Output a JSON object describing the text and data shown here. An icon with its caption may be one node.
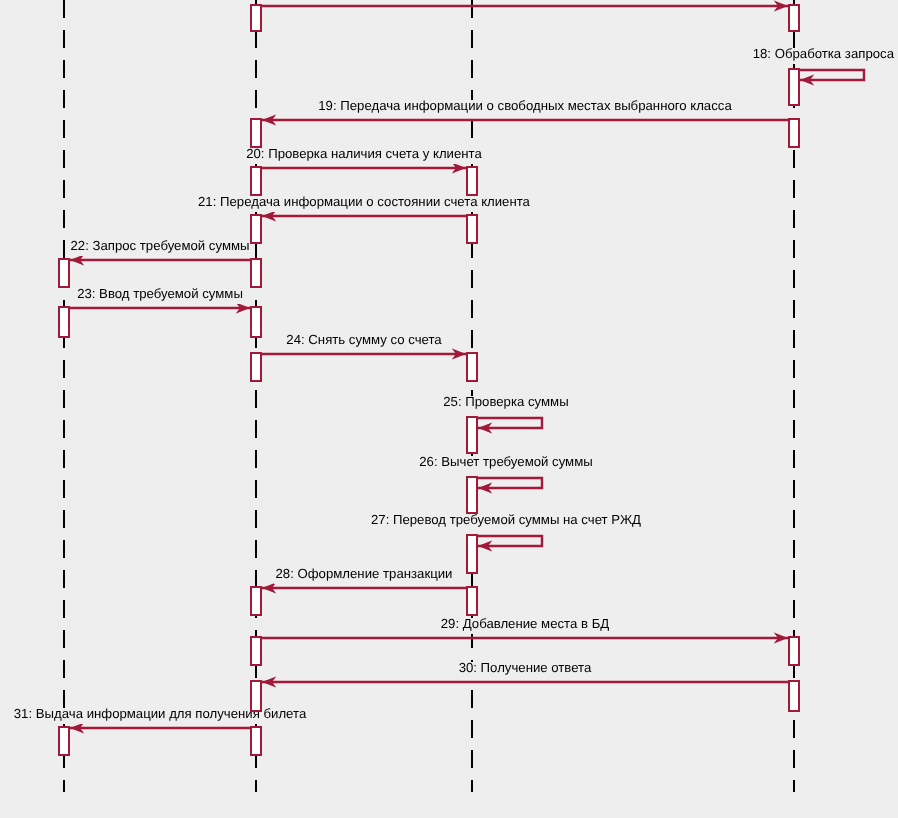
{
  "diagram": {
    "nodes": [
      {
        "text": [],
        "shape": "bar"
      },
      {
        "text": [],
        "shape": "bar"
      },
      {
        "text": [],
        "shape": "bar"
      },
      {
        "text": [],
        "shape": "bar"
      },
      {
        "text": [],
        "shape": "bar"
      },
      {
        "text": [],
        "shape": "bar"
      },
      {
        "text": [],
        "shape": "bar"
      },
      {
        "text": [],
        "shape": "bar"
      },
      {
        "text": [],
        "shape": "bar"
      },
      {
        "text": [],
        "shape": "bar"
      },
      {
        "text": [],
        "shape": "bar"
      },
      {
        "text": [],
        "shape": "bar"
      },
      {
        "text": [],
        "shape": "bar"
      },
      {
        "text": [],
        "shape": "bar"
      },
      {
        "text": [],
        "shape": "bar"
      },
      {
        "text": [],
        "shape": "bar"
      },
      {
        "text": [],
        "shape": "bar"
      },
      {
        "text": [],
        "shape": "bar"
      },
      {
        "text": [],
        "shape": "bar"
      },
      {
        "text": [],
        "shape": "bar"
      },
      {
        "text": [],
        "shape": "bar"
      },
      {
        "text": [],
        "shape": "bar"
      },
      {
        "text": [],
        "shape": "bar"
      },
      {
        "text": [],
        "shape": "bar"
      },
      {
        "text": [],
        "shape": "bar"
      },
      {
        "text": [],
        "shape": "bar"
      }
    ],
    "edges": [
      {
        "from": 0,
        "to": 1,
        "arrow": "to"
      },
      {
        "from": 2,
        "to": 2,
        "arrow": "to",
        "label": "18: Обработка запроса"
      },
      {
        "from": 4,
        "to": 3,
        "arrow": "to",
        "label": "19: Передача информации о свободных местах выбранного класса"
      },
      {
        "from": 5,
        "to": 6,
        "arrow": "to",
        "label": "20: Проверка наличия счета у клиента"
      },
      {
        "from": 8,
        "to": 7,
        "arrow": "to",
        "label": "21: Передача информации о состоянии счета клиента"
      },
      {
        "from": 10,
        "to": 9,
        "arrow": "to",
        "label": "22: Запрос требуемой суммы"
      },
      {
        "from": 11,
        "to": 12,
        "arrow": "to",
        "label": "23: Ввод требуемой суммы"
      },
      {
        "from": 13,
        "to": 14,
        "arrow": "to",
        "label": "24: Снять сумму со счета"
      },
      {
        "from": 15,
        "to": 15,
        "arrow": "to",
        "label": "25: Проверка суммы"
      },
      {
        "from": 16,
        "to": 16,
        "arrow": "to",
        "label": "26: Вычет требуемой суммы"
      },
      {
        "from": 17,
        "to": 17,
        "arrow": "to",
        "label": "27: Перевод требуемой суммы на счет РЖД"
      },
      {
        "from": 19,
        "to": 18,
        "arrow": "to",
        "label": "28: Оформление транзакции"
      },
      {
        "from": 20,
        "to": 21,
        "arrow": "to",
        "label": "29: Добавление места в БД"
      },
      {
        "from": 23,
        "to": 22,
        "arrow": "to",
        "label": "30: Получение ответа"
      },
      {
        "from": 25,
        "to": 24,
        "arrow": "to",
        "label": "31: Выдача информации для получения билета"
      }
    ]
  }
}
